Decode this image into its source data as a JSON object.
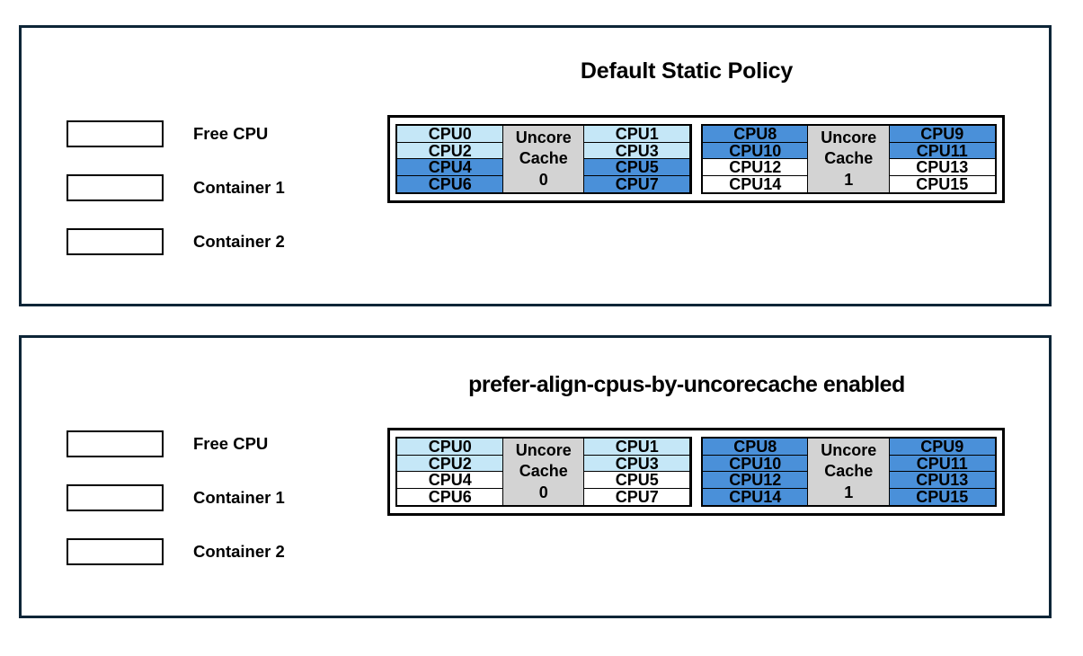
{
  "colors": {
    "panel_border": "#0d2537",
    "free_cpu": "#ffffff",
    "container1": "#c5e7f7",
    "container2": "#4a90d9",
    "uncore_cache": "#d3d3d3",
    "cell_border": "#000000"
  },
  "panels": [
    {
      "id": "default-static-policy",
      "title": "Default Static Policy",
      "legend": [
        {
          "label": "Free CPU",
          "state": "free"
        },
        {
          "label": "Container 1",
          "state": "container1"
        },
        {
          "label": "Container 2",
          "state": "container2"
        }
      ],
      "cache_groups": [
        {
          "cache_label_line1": "Uncore",
          "cache_label_line2": "Cache",
          "cache_label_line3": "0",
          "left_column": [
            {
              "label": "CPU0",
              "state": "container1"
            },
            {
              "label": "CPU2",
              "state": "container1"
            },
            {
              "label": "CPU4",
              "state": "container2"
            },
            {
              "label": "CPU6",
              "state": "container2"
            }
          ],
          "right_column": [
            {
              "label": "CPU1",
              "state": "container1"
            },
            {
              "label": "CPU3",
              "state": "container1"
            },
            {
              "label": "CPU5",
              "state": "container2"
            },
            {
              "label": "CPU7",
              "state": "container2"
            }
          ]
        },
        {
          "cache_label_line1": "Uncore",
          "cache_label_line2": "Cache",
          "cache_label_line3": "1",
          "left_column": [
            {
              "label": "CPU8",
              "state": "container2"
            },
            {
              "label": "CPU10",
              "state": "container2"
            },
            {
              "label": "CPU12",
              "state": "free"
            },
            {
              "label": "CPU14",
              "state": "free"
            }
          ],
          "right_column": [
            {
              "label": "CPU9",
              "state": "container2"
            },
            {
              "label": "CPU11",
              "state": "container2"
            },
            {
              "label": "CPU13",
              "state": "free"
            },
            {
              "label": "CPU15",
              "state": "free"
            }
          ]
        }
      ]
    },
    {
      "id": "prefer-align-cpus-by-uncorecache",
      "title": "prefer-align-cpus-by-uncorecache enabled",
      "legend": [
        {
          "label": "Free CPU",
          "state": "free"
        },
        {
          "label": "Container 1",
          "state": "container1"
        },
        {
          "label": "Container 2",
          "state": "container2"
        }
      ],
      "cache_groups": [
        {
          "cache_label_line1": "Uncore",
          "cache_label_line2": "Cache",
          "cache_label_line3": "0",
          "left_column": [
            {
              "label": "CPU0",
              "state": "container1"
            },
            {
              "label": "CPU2",
              "state": "container1"
            },
            {
              "label": "CPU4",
              "state": "free"
            },
            {
              "label": "CPU6",
              "state": "free"
            }
          ],
          "right_column": [
            {
              "label": "CPU1",
              "state": "container1"
            },
            {
              "label": "CPU3",
              "state": "container1"
            },
            {
              "label": "CPU5",
              "state": "free"
            },
            {
              "label": "CPU7",
              "state": "free"
            }
          ]
        },
        {
          "cache_label_line1": "Uncore",
          "cache_label_line2": "Cache",
          "cache_label_line3": "1",
          "left_column": [
            {
              "label": "CPU8",
              "state": "container2"
            },
            {
              "label": "CPU10",
              "state": "container2"
            },
            {
              "label": "CPU12",
              "state": "container2"
            },
            {
              "label": "CPU14",
              "state": "container2"
            }
          ],
          "right_column": [
            {
              "label": "CPU9",
              "state": "container2"
            },
            {
              "label": "CPU11",
              "state": "container2"
            },
            {
              "label": "CPU13",
              "state": "container2"
            },
            {
              "label": "CPU15",
              "state": "container2"
            }
          ]
        }
      ]
    }
  ]
}
